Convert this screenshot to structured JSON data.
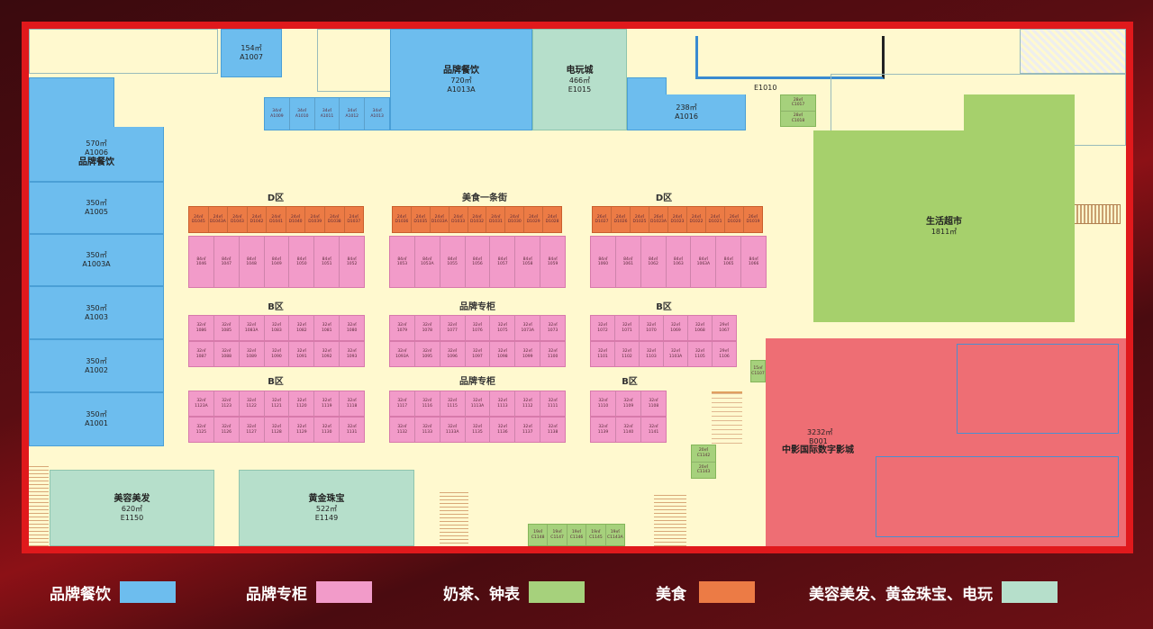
{
  "stores": {
    "a1007": {
      "area": "154㎡",
      "id": "A1007"
    },
    "a1013a": {
      "name": "品牌餐饮",
      "area": "720㎡",
      "id": "A1013A"
    },
    "e1015": {
      "name": "电玩城",
      "area": "466㎡",
      "id": "E1015"
    },
    "a1016": {
      "area": "238㎡",
      "id": "A1016"
    },
    "e1010": {
      "id": "E1010"
    },
    "a1006": {
      "name": "品牌餐饮",
      "area": "570㎡",
      "id": "A1006"
    },
    "a1005": {
      "area": "350㎡",
      "id": "A1005"
    },
    "a1003a": {
      "area": "350㎡",
      "id": "A1003A"
    },
    "a1003": {
      "area": "350㎡",
      "id": "A1003"
    },
    "a1002": {
      "area": "350㎡",
      "id": "A1002"
    },
    "a1001": {
      "area": "350㎡",
      "id": "A1001"
    },
    "supermarket": {
      "name": "生活超市",
      "area": "1811㎡"
    },
    "cinema": {
      "name": "中影国际数字影城",
      "area": "3232㎡",
      "id": "B001"
    },
    "e1150": {
      "name": "美容美发",
      "area": "620㎡",
      "id": "E1150"
    },
    "e1149": {
      "name": "黄金珠宝",
      "area": "522㎡",
      "id": "E1149"
    }
  },
  "zone_labels": {
    "d_left": "D区",
    "food_street": "美食一条街",
    "d_right": "D区",
    "b1_left": "B区",
    "brand1": "品牌专柜",
    "b1_right": "B区",
    "b2_left": "B区",
    "brand2": "品牌专柜",
    "b2_right": "B区"
  },
  "rows": {
    "a_small": [
      [
        "34㎡",
        "A1009"
      ],
      [
        "34㎡",
        "A1010"
      ],
      [
        "34㎡",
        "A1011"
      ],
      [
        "34㎡",
        "A1012"
      ],
      [
        "34㎡",
        "A1013"
      ]
    ],
    "c_top": [
      [
        "28㎡",
        "C1017"
      ],
      [
        "28㎡",
        "C1018"
      ]
    ],
    "d1": [
      [
        "24㎡",
        "D1045"
      ],
      [
        "24㎡",
        "D1043A"
      ],
      [
        "24㎡",
        "D1043"
      ],
      [
        "24㎡",
        "D1042"
      ],
      [
        "24㎡",
        "D1041"
      ],
      [
        "24㎡",
        "D1040"
      ],
      [
        "24㎡",
        "D1039"
      ],
      [
        "24㎡",
        "D1038"
      ],
      [
        "24㎡",
        "D1037"
      ]
    ],
    "d2": [
      [
        "24㎡",
        "D1036"
      ],
      [
        "24㎡",
        "D1035"
      ],
      [
        "24㎡",
        "D1033A"
      ],
      [
        "24㎡",
        "D1033"
      ],
      [
        "24㎡",
        "D1032"
      ],
      [
        "24㎡",
        "D1031"
      ],
      [
        "24㎡",
        "D1030"
      ],
      [
        "24㎡",
        "D1029"
      ],
      [
        "24㎡",
        "D1028"
      ]
    ],
    "d3": [
      [
        "26㎡",
        "D1027"
      ],
      [
        "24㎡",
        "D1026"
      ],
      [
        "24㎡",
        "D1025"
      ],
      [
        "26㎡",
        "D1023A"
      ],
      [
        "24㎡",
        "D1023"
      ],
      [
        "24㎡",
        "D1022"
      ],
      [
        "24㎡",
        "D1021"
      ],
      [
        "26㎡",
        "D1020"
      ],
      [
        "26㎡",
        "D1019"
      ]
    ],
    "p1": [
      [
        "84㎡",
        "1046"
      ],
      [
        "84㎡",
        "1047"
      ],
      [
        "84㎡",
        "1048"
      ],
      [
        "84㎡",
        "1049"
      ],
      [
        "84㎡",
        "1050"
      ],
      [
        "84㎡",
        "1051"
      ],
      [
        "84㎡",
        "1052"
      ]
    ],
    "p2": [
      [
        "84㎡",
        "1053"
      ],
      [
        "84㎡",
        "1053A"
      ],
      [
        "84㎡",
        "1055"
      ],
      [
        "84㎡",
        "1056"
      ],
      [
        "84㎡",
        "1057"
      ],
      [
        "84㎡",
        "1058"
      ],
      [
        "84㎡",
        "1059"
      ]
    ],
    "p3": [
      [
        "84㎡",
        "1060"
      ],
      [
        "84㎡",
        "1061"
      ],
      [
        "84㎡",
        "1062"
      ],
      [
        "84㎡",
        "1063"
      ],
      [
        "84㎡",
        "1063A"
      ],
      [
        "84㎡",
        "1065"
      ],
      [
        "84㎡",
        "1066"
      ]
    ],
    "b1a": [
      [
        "32㎡",
        "1086"
      ],
      [
        "32㎡",
        "1085"
      ],
      [
        "32㎡",
        "1083A"
      ],
      [
        "32㎡",
        "1083"
      ],
      [
        "32㎡",
        "1082"
      ],
      [
        "32㎡",
        "1081"
      ],
      [
        "32㎡",
        "1080"
      ]
    ],
    "b1b": [
      [
        "32㎡",
        "1087"
      ],
      [
        "32㎡",
        "1088"
      ],
      [
        "32㎡",
        "1089"
      ],
      [
        "32㎡",
        "1090"
      ],
      [
        "32㎡",
        "1091"
      ],
      [
        "32㎡",
        "1092"
      ],
      [
        "32㎡",
        "1093"
      ]
    ],
    "b2a": [
      [
        "32㎡",
        "1079"
      ],
      [
        "32㎡",
        "1078"
      ],
      [
        "32㎡",
        "1077"
      ],
      [
        "32㎡",
        "1076"
      ],
      [
        "32㎡",
        "1075"
      ],
      [
        "32㎡",
        "1073A"
      ],
      [
        "32㎡",
        "1073"
      ]
    ],
    "b2b": [
      [
        "32㎡",
        "1093A"
      ],
      [
        "32㎡",
        "1095"
      ],
      [
        "32㎡",
        "1096"
      ],
      [
        "32㎡",
        "1097"
      ],
      [
        "32㎡",
        "1098"
      ],
      [
        "32㎡",
        "1099"
      ],
      [
        "32㎡",
        "1100"
      ]
    ],
    "b3a": [
      [
        "32㎡",
        "1072"
      ],
      [
        "32㎡",
        "1071"
      ],
      [
        "32㎡",
        "1070"
      ],
      [
        "32㎡",
        "1069"
      ],
      [
        "32㎡",
        "1068"
      ],
      [
        "29㎡",
        "1067"
      ]
    ],
    "b3b": [
      [
        "32㎡",
        "1101"
      ],
      [
        "32㎡",
        "1102"
      ],
      [
        "32㎡",
        "1103"
      ],
      [
        "32㎡",
        "1103A"
      ],
      [
        "32㎡",
        "1105"
      ],
      [
        "29㎡",
        "1106"
      ]
    ],
    "c4a": [
      [
        "32㎡",
        "1123A"
      ],
      [
        "32㎡",
        "1123"
      ],
      [
        "32㎡",
        "1122"
      ],
      [
        "32㎡",
        "1121"
      ],
      [
        "32㎡",
        "1120"
      ],
      [
        "32㎡",
        "1119"
      ],
      [
        "32㎡",
        "1118"
      ]
    ],
    "c4b": [
      [
        "32㎡",
        "1125"
      ],
      [
        "32㎡",
        "1126"
      ],
      [
        "32㎡",
        "1127"
      ],
      [
        "32㎡",
        "1128"
      ],
      [
        "32㎡",
        "1129"
      ],
      [
        "32㎡",
        "1130"
      ],
      [
        "32㎡",
        "1131"
      ]
    ],
    "c5a": [
      [
        "32㎡",
        "1117"
      ],
      [
        "32㎡",
        "1116"
      ],
      [
        "32㎡",
        "1115"
      ],
      [
        "32㎡",
        "1113A"
      ],
      [
        "32㎡",
        "1113"
      ],
      [
        "32㎡",
        "1112"
      ],
      [
        "32㎡",
        "1111"
      ]
    ],
    "c5b": [
      [
        "32㎡",
        "1132"
      ],
      [
        "32㎡",
        "1133"
      ],
      [
        "32㎡",
        "1133A"
      ],
      [
        "32㎡",
        "1135"
      ],
      [
        "32㎡",
        "1136"
      ],
      [
        "32㎡",
        "1137"
      ],
      [
        "32㎡",
        "1138"
      ]
    ],
    "c6a": [
      [
        "32㎡",
        "1110"
      ],
      [
        "32㎡",
        "1109"
      ],
      [
        "32㎡",
        "1108"
      ]
    ],
    "c6b": [
      [
        "32㎡",
        "1139"
      ],
      [
        "32㎡",
        "1140"
      ],
      [
        "32㎡",
        "1141"
      ]
    ],
    "c1107": [
      [
        "15㎡",
        "C1107"
      ]
    ],
    "c_mid": [
      [
        "20㎡",
        "C1142"
      ],
      [
        "20㎡",
        "C1143"
      ]
    ],
    "c_bottom": [
      [
        "19㎡",
        "C1148"
      ],
      [
        "19㎡",
        "C1147"
      ],
      [
        "19㎡",
        "C1146"
      ],
      [
        "19㎡",
        "C1145"
      ],
      [
        "19㎡",
        "C1143A"
      ]
    ]
  },
  "legend": [
    {
      "label": "品牌餐饮",
      "color": "#6dbdee"
    },
    {
      "label": "品牌专柜",
      "color": "#f29bc9"
    },
    {
      "label": "奶茶、钟表",
      "color": "#a6d17c"
    },
    {
      "label": "美食",
      "color": "#ec7b45"
    },
    {
      "label": "美容美发、黄金珠宝、电玩",
      "color": "#b6dfcb"
    }
  ]
}
